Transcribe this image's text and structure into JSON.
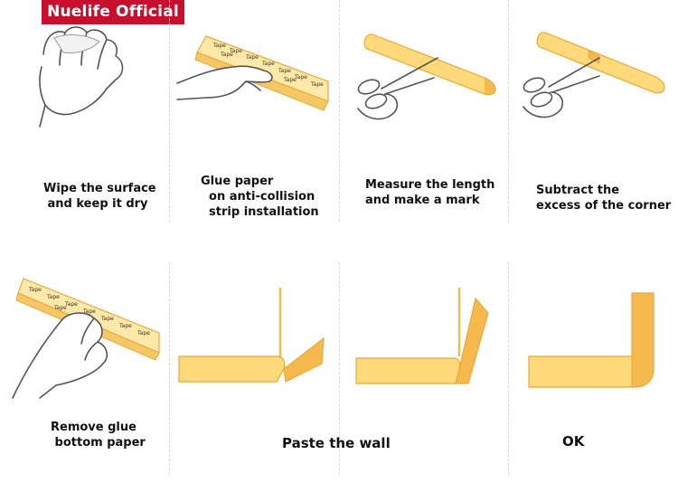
{
  "brand": "Nuelife Official",
  "steps": [
    {
      "caption": "Wipe the surface\n and keep it dry"
    },
    {
      "caption": "Glue paper\n  on anti-collision\n  strip installation"
    },
    {
      "caption": "Measure the length\nand make a mark"
    },
    {
      "caption": "Subtract the\nexcess of the corner"
    },
    {
      "caption": "Remove glue\n bottom paper"
    },
    {
      "caption": "Paste the wall"
    },
    {
      "caption": "OK"
    }
  ],
  "tape_label": "Tape",
  "colors": {
    "strip": "#ffd97a",
    "strip_dark": "#f5b94e",
    "outline": "#e7a83a",
    "brand": "#c8102e"
  }
}
